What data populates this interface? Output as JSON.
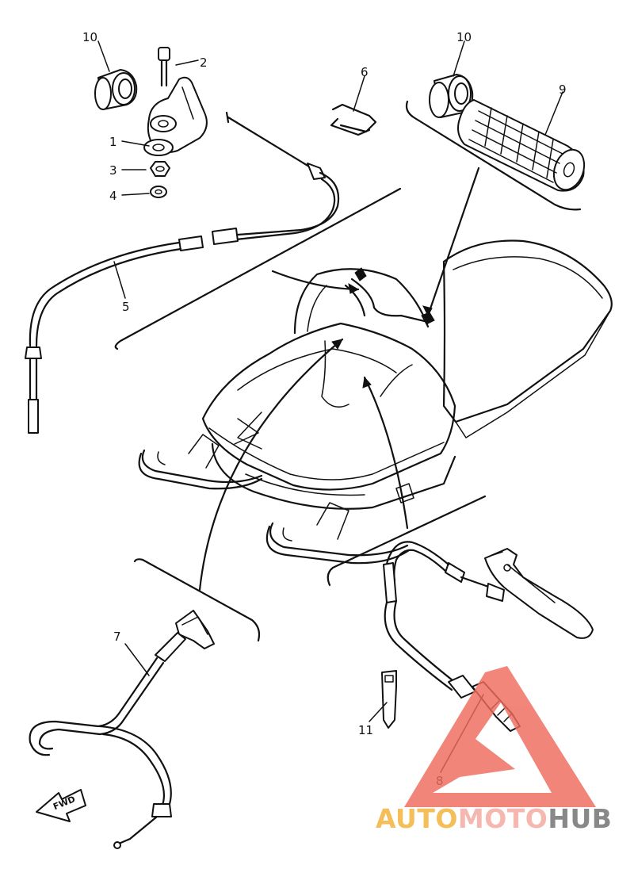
{
  "parts": [
    {
      "id": "part-1",
      "label": "1"
    },
    {
      "id": "part-2",
      "label": "2"
    },
    {
      "id": "part-3",
      "label": "3"
    },
    {
      "id": "part-4",
      "label": "4"
    },
    {
      "id": "part-5",
      "label": "5"
    },
    {
      "id": "part-6",
      "label": "6"
    },
    {
      "id": "part-7",
      "label": "7"
    },
    {
      "id": "part-8",
      "label": "8"
    },
    {
      "id": "part-9",
      "label": "9"
    },
    {
      "id": "part-10a",
      "label": "10"
    },
    {
      "id": "part-10b",
      "label": "10"
    },
    {
      "id": "part-11",
      "label": "11"
    }
  ],
  "direction_arrow": {
    "label": "FWD"
  },
  "watermark": {
    "segments": [
      {
        "text": "AUTO",
        "color": "#f2b134"
      },
      {
        "text": "MOTO",
        "color": "#f5a8a0"
      },
      {
        "text": "HUB",
        "color": "#6f6f6f"
      }
    ],
    "logo_color": "#ef6b5e"
  }
}
